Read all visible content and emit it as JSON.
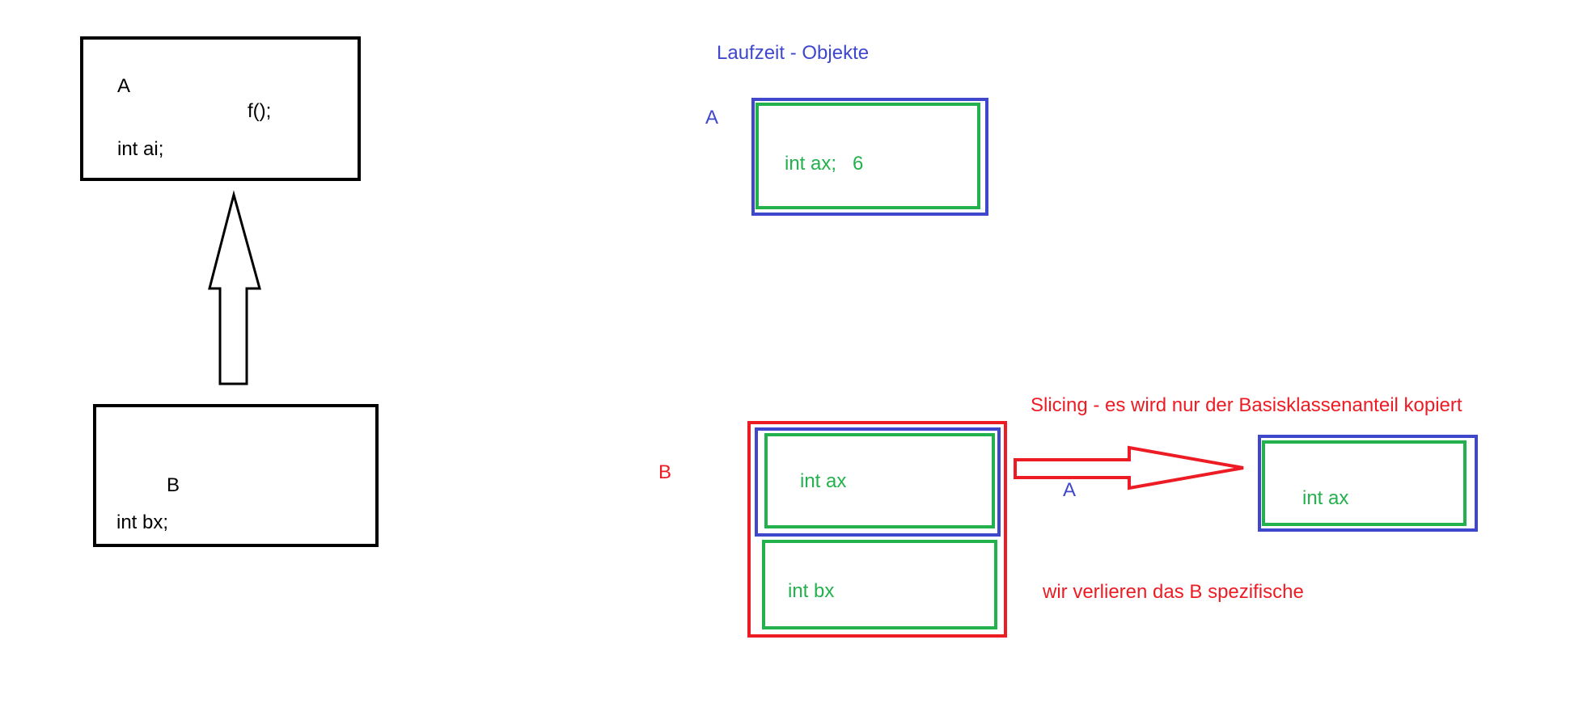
{
  "colors": {
    "black": "#000000",
    "blue": "#3f48cc",
    "green": "#22b14c",
    "red": "#ed1c24"
  },
  "class_a": {
    "name": "A",
    "method": "f();",
    "field": "int ai;"
  },
  "class_b": {
    "name": "B",
    "field": "int bx;"
  },
  "runtime_title": "Laufzeit - Objekte",
  "object_a": {
    "label": "A",
    "content": "int ax;   6"
  },
  "object_b": {
    "label": "B",
    "part_a": "int ax",
    "part_b": "int bx"
  },
  "slicing": {
    "note": "Slicing - es wird nur der Basisklassenanteil kopiert",
    "arrow_label": "A",
    "result_content": "int ax",
    "loss_note": "wir verlieren das B spezifische"
  }
}
